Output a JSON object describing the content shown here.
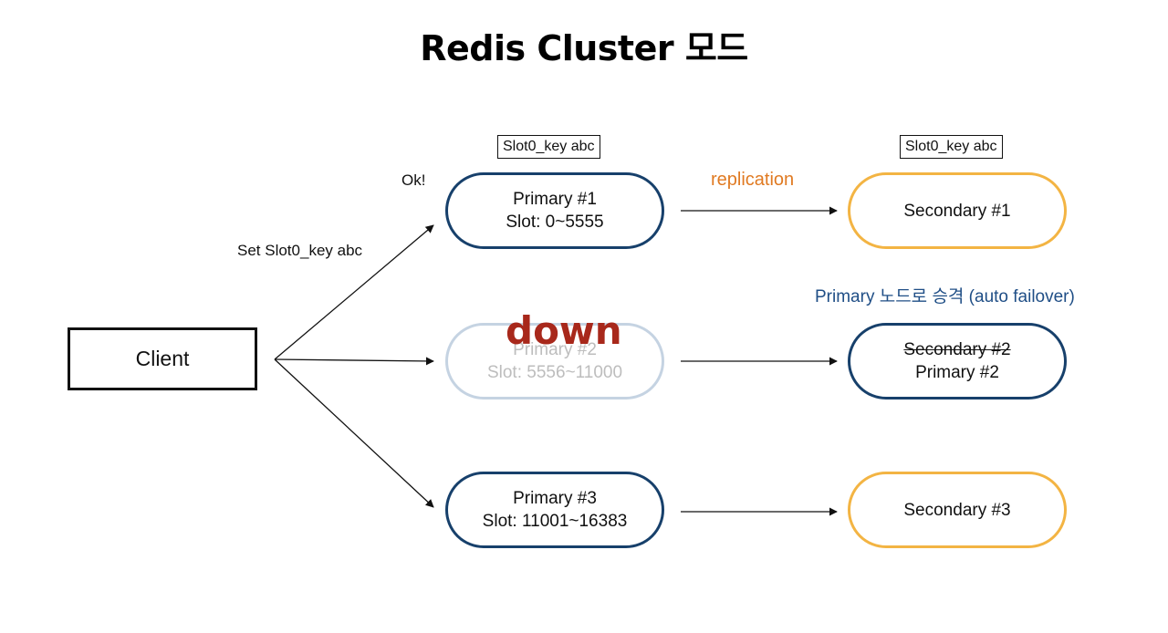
{
  "title": "Redis Cluster 모드",
  "client": {
    "label": "Client"
  },
  "request_label": "Set Slot0_key abc",
  "response_label": "Ok!",
  "slot_key_label": "Slot0_key abc",
  "replication_label": "replication",
  "failover_label": "Primary 노드로 승격 (auto failover)",
  "down_label": "down",
  "primaries": [
    {
      "name": "Primary #1",
      "slot": "Slot: 0~5555",
      "state": "up"
    },
    {
      "name": "Primary #2",
      "slot": "Slot: 5556~11000",
      "state": "down"
    },
    {
      "name": "Primary #3",
      "slot": "Slot: 11001~16383",
      "state": "up"
    }
  ],
  "secondaries": [
    {
      "name": "Secondary #1"
    },
    {
      "name": "Secondary #2",
      "promoted_name": "Primary #2"
    },
    {
      "name": "Secondary #3"
    }
  ],
  "colors": {
    "primary_border": "#17406b",
    "secondary_border": "#f3b443",
    "down_border": "#c5d3e2",
    "replication_text": "#e07a22",
    "failover_text": "#1f4e86",
    "down_text": "#a8281b"
  }
}
